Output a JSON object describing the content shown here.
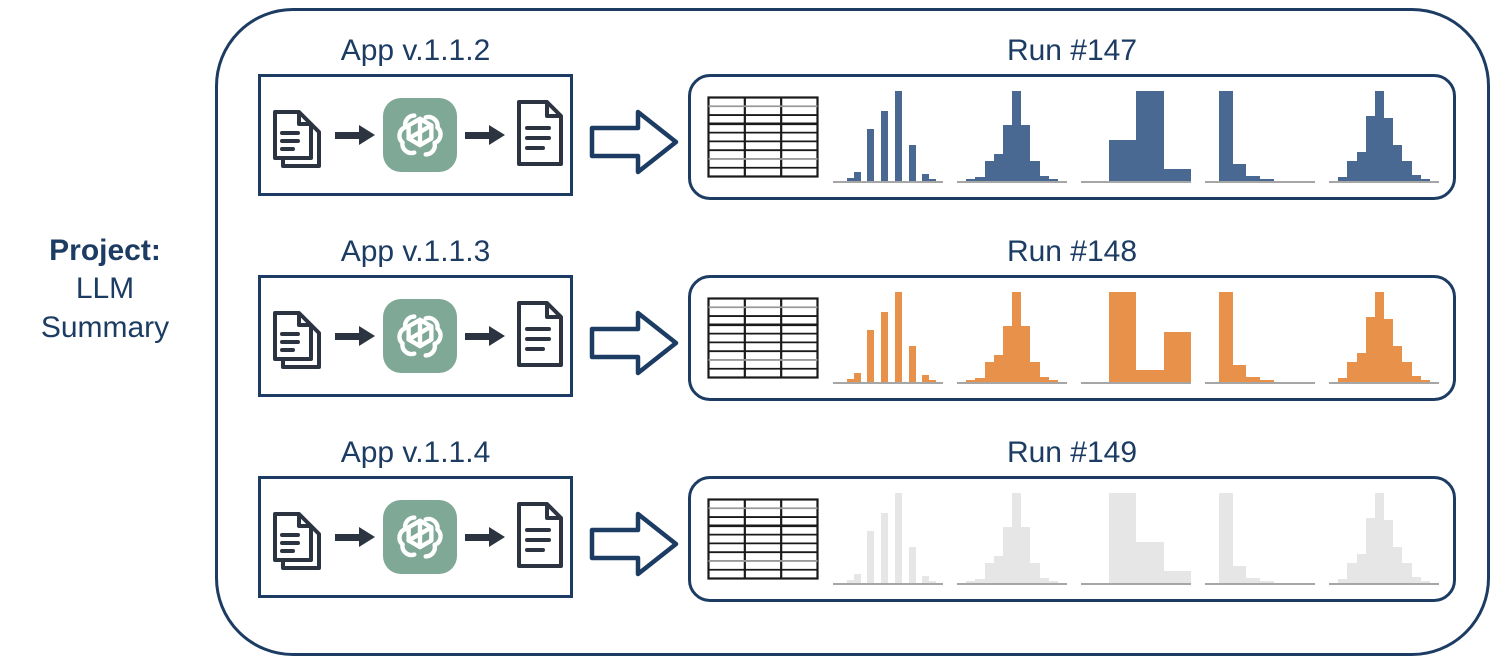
{
  "project": {
    "title": "Project:",
    "line2": "LLM",
    "line3": "Summary"
  },
  "colors": {
    "navy": "#1d3c63",
    "blue_bar": "#4a6992",
    "orange_bar": "#e8914a",
    "grey_bar": "#e6e6e6",
    "llm_green": "#7fa897",
    "axis_grey": "#a6a6a6",
    "doc_outline": "#2b3440"
  },
  "rows": [
    {
      "pipeline_label": "App v.1.1.2",
      "run_label": "Run #147",
      "bar_color": "#4a6992",
      "icons": {
        "input": "documents-stack-icon",
        "arrow1": "arrow-right-icon",
        "model": "openai-logo-icon",
        "arrow2": "arrow-right-icon",
        "output": "document-icon",
        "flow": "block-arrow-right-icon",
        "table": "table-icon"
      },
      "chart_data": [
        {
          "type": "bar",
          "name": "hist-1",
          "values": [
            0,
            0,
            3,
            10,
            0,
            58,
            0,
            78,
            0,
            100,
            0,
            40,
            0,
            8,
            2,
            0
          ],
          "ylim": [
            0,
            100
          ]
        },
        {
          "type": "bar",
          "name": "hist-2",
          "values": [
            0,
            2,
            4,
            22,
            30,
            62,
            100,
            62,
            22,
            6,
            2,
            0
          ],
          "ylim": [
            0,
            100
          ]
        },
        {
          "type": "bar",
          "name": "hist-3",
          "values": [
            0,
            46,
            100,
            13
          ],
          "ylim": [
            0,
            100
          ]
        },
        {
          "type": "bar",
          "name": "hist-4",
          "values": [
            0,
            100,
            19,
            6,
            2,
            0,
            0,
            0
          ],
          "ylim": [
            0,
            100
          ]
        },
        {
          "type": "bar",
          "name": "hist-5",
          "values": [
            0,
            4,
            22,
            32,
            72,
            100,
            70,
            40,
            22,
            7,
            2,
            0
          ],
          "ylim": [
            0,
            100
          ]
        }
      ]
    },
    {
      "pipeline_label": "App v.1.1.3",
      "run_label": "Run #148",
      "bar_color": "#e8914a",
      "icons": {
        "input": "documents-stack-icon",
        "arrow1": "arrow-right-icon",
        "model": "openai-logo-icon",
        "arrow2": "arrow-right-icon",
        "output": "document-icon",
        "flow": "block-arrow-right-icon",
        "table": "table-icon"
      },
      "chart_data": [
        {
          "type": "bar",
          "name": "hist-1",
          "values": [
            0,
            0,
            3,
            10,
            0,
            58,
            0,
            78,
            0,
            100,
            0,
            40,
            0,
            8,
            2,
            0
          ],
          "ylim": [
            0,
            100
          ]
        },
        {
          "type": "bar",
          "name": "hist-2",
          "values": [
            0,
            2,
            4,
            22,
            30,
            62,
            100,
            62,
            22,
            6,
            2,
            0
          ],
          "ylim": [
            0,
            100
          ]
        },
        {
          "type": "bar",
          "name": "hist-3",
          "values": [
            0,
            100,
            13,
            56
          ],
          "ylim": [
            0,
            100
          ]
        },
        {
          "type": "bar",
          "name": "hist-4",
          "values": [
            0,
            100,
            19,
            6,
            2,
            0,
            0,
            0
          ],
          "ylim": [
            0,
            100
          ]
        },
        {
          "type": "bar",
          "name": "hist-5",
          "values": [
            0,
            4,
            22,
            32,
            72,
            100,
            70,
            40,
            22,
            7,
            2,
            0
          ],
          "ylim": [
            0,
            100
          ]
        }
      ]
    },
    {
      "pipeline_label": "App v.1.1.4",
      "run_label": "Run #149",
      "bar_color": "#e6e6e6",
      "icons": {
        "input": "documents-stack-icon",
        "arrow1": "arrow-right-icon",
        "model": "openai-logo-icon",
        "arrow2": "arrow-right-icon",
        "output": "document-icon",
        "flow": "block-arrow-right-icon",
        "table": "table-icon"
      },
      "chart_data": [
        {
          "type": "bar",
          "name": "hist-1",
          "values": [
            0,
            0,
            3,
            10,
            0,
            58,
            0,
            78,
            0,
            100,
            0,
            40,
            0,
            8,
            2,
            0
          ],
          "ylim": [
            0,
            100
          ]
        },
        {
          "type": "bar",
          "name": "hist-2",
          "values": [
            0,
            2,
            4,
            22,
            30,
            62,
            100,
            62,
            22,
            6,
            2,
            0
          ],
          "ylim": [
            0,
            100
          ]
        },
        {
          "type": "bar",
          "name": "hist-3",
          "values": [
            0,
            100,
            46,
            13
          ],
          "ylim": [
            0,
            100
          ]
        },
        {
          "type": "bar",
          "name": "hist-4",
          "values": [
            0,
            100,
            19,
            6,
            2,
            0,
            0,
            0
          ],
          "ylim": [
            0,
            100
          ]
        },
        {
          "type": "bar",
          "name": "hist-5",
          "values": [
            0,
            4,
            22,
            32,
            72,
            100,
            70,
            40,
            22,
            7,
            2,
            0
          ],
          "ylim": [
            0,
            100
          ]
        }
      ]
    }
  ],
  "table_icon": {
    "columns": 3,
    "rows": 9
  }
}
